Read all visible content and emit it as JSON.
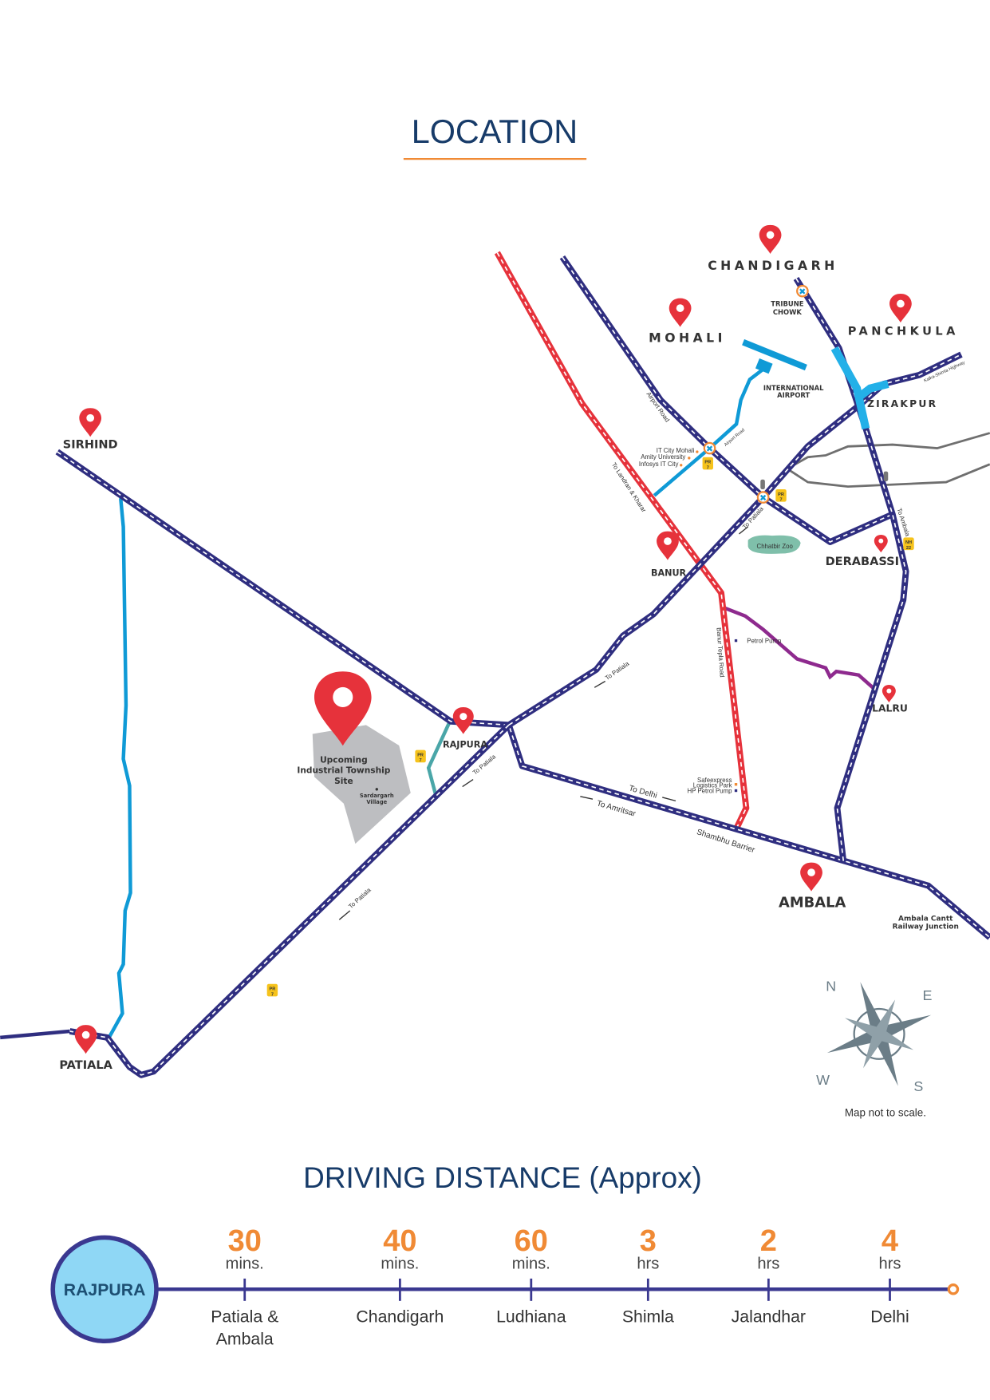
{
  "title": "LOCATION",
  "map": {
    "cities": {
      "chandigarh": "CHANDIGARH",
      "mohali": "MOHALI",
      "panchkula": "PANCHKULA",
      "zirakpur": "ZIRAKPUR",
      "sirhind": "SIRHIND",
      "banur": "BANUR",
      "derabassi": "DERABASSI",
      "lalru": "LALRU",
      "rajpura": "RAJPURA",
      "ambala": "AMBALA",
      "patiala": "PATIALA"
    },
    "landmarks": {
      "tribune_1": "TRIBUNE",
      "tribune_2": "CHOWK",
      "airport_1": "INTERNATIONAL",
      "airport_2": "AIRPORT",
      "railway_1": "Ambala Cantt",
      "railway_2": "Railway Junction",
      "zoo": "Chhatbir Zoo",
      "it_city": "IT City Mohali",
      "amity": "Amity University",
      "infosys": "Infosys IT City",
      "petrol_pump": "Petrol Pump",
      "safeexpress_1": "Safeexpress",
      "safeexpress_2": "Logistics Park",
      "hp_pump": "HP Petrol Pump",
      "site_1": "Upcoming",
      "site_2": "Industrial Township",
      "site_3": "Site",
      "village_1": "Sardargarh",
      "village_2": "Village"
    },
    "road_labels": {
      "kalka_shimla": "Kalka-Shimla Highway",
      "airport_road_1": "Airport Road",
      "airport_road_2": "Airport Road",
      "landran": "To Landran & Kharar",
      "to_patiala_1": "To Patiala",
      "to_patiala_2": "To Patiala",
      "to_patiala_3": "To Patiala",
      "to_patiala_4": "To Patiala",
      "to_ambala": "To Ambala",
      "banur_tepla": "Banur Tepla Road",
      "to_delhi": "To Delhi",
      "to_amritsar": "To Amritsar",
      "shambhu": "Shambhu Barrier"
    },
    "badges": {
      "pr": "PR",
      "pr_num": "7",
      "nh": "NH",
      "nh_num": "22"
    },
    "compass": {
      "n": "N",
      "e": "E",
      "s": "S",
      "w": "W"
    },
    "note": "Map not to scale."
  },
  "distance": {
    "title": "DRIVING DISTANCE (Approx)",
    "origin": "RAJPURA",
    "items": [
      {
        "value": "30",
        "unit": "mins.",
        "place_1": "Patiala &",
        "place_2": "Ambala"
      },
      {
        "value": "40",
        "unit": "mins.",
        "place_1": "Chandigarh",
        "place_2": ""
      },
      {
        "value": "60",
        "unit": "mins.",
        "place_1": "Ludhiana",
        "place_2": ""
      },
      {
        "value": "3",
        "unit": "hrs",
        "place_1": "Shimla",
        "place_2": ""
      },
      {
        "value": "2",
        "unit": "hrs",
        "place_1": "Jalandhar",
        "place_2": ""
      },
      {
        "value": "4",
        "unit": "hrs",
        "place_1": "Delhi",
        "place_2": ""
      }
    ]
  },
  "colors": {
    "navy": "#2f2e80",
    "orange": "#f08a35",
    "red": "#e6323b",
    "title": "#173b69"
  }
}
